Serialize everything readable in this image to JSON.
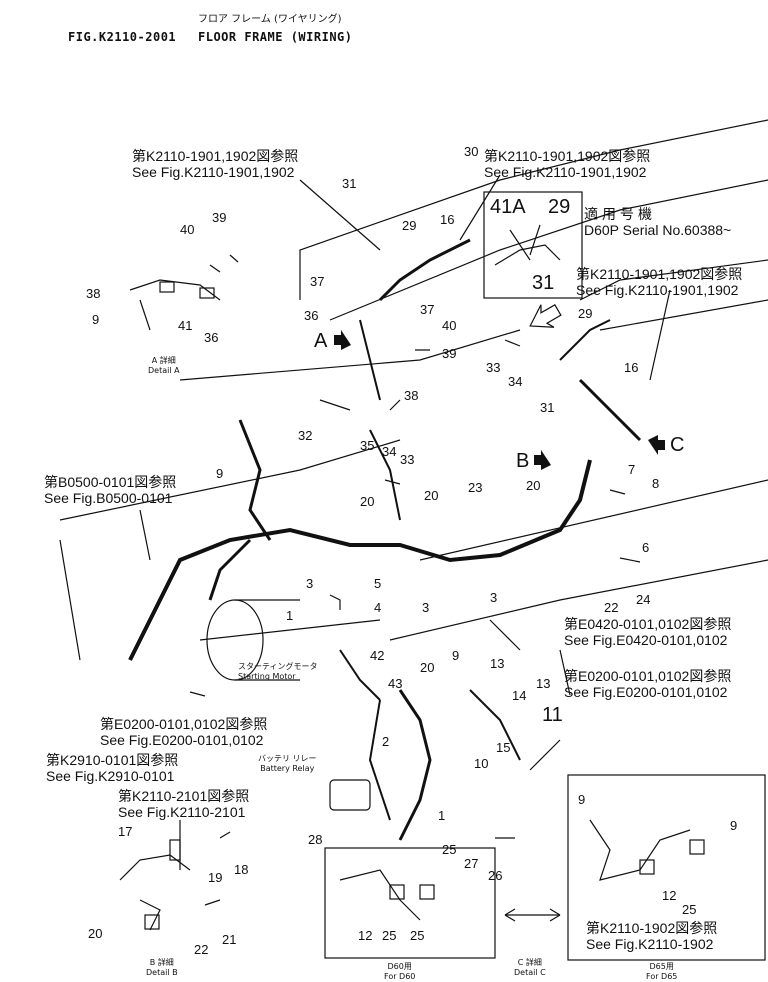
{
  "header": {
    "title_jp": "フロア フレーム (ワイヤリング)",
    "fig_number": "FIG.K2110-2001",
    "title_en": "FLOOR FRAME (WIRING)"
  },
  "references": [
    {
      "jp": "第K2110-1901,1902図参照",
      "en": "See Fig.K2110-1901,1902"
    },
    {
      "jp": "第K2110-1901,1902図参照",
      "en": "See Fig.K2110-1901,1902"
    },
    {
      "jp": "第K2110-1901,1902図参照",
      "en": "See Fig.K2110-1901,1902"
    },
    {
      "jp": "第B0500-0101図参照",
      "en": "See Fig.B0500-0101"
    },
    {
      "jp": "第E0420-0101,0102図参照",
      "en": "See Fig.E0420-0101,0102"
    },
    {
      "jp": "第E0200-0101,0102図参照",
      "en": "See Fig.E0200-0101,0102"
    },
    {
      "jp": "第E0200-0101,0102図参照",
      "en": "See Fig.E0200-0101,0102"
    },
    {
      "jp": "第K2910-0101図参照",
      "en": "See Fig.K2910-0101"
    },
    {
      "jp": "第K2110-2101図参照",
      "en": "See Fig.K2110-2101"
    },
    {
      "jp": "第K2110-1902図参照",
      "en": "See Fig.K2110-1902"
    }
  ],
  "serial": {
    "jp": "適用号機",
    "en": "D60P Serial No.60388~"
  },
  "inset_top": {
    "labels": [
      "41A",
      "29",
      "31"
    ]
  },
  "details": {
    "a": {
      "jp": "A 詳細",
      "en": "Detail A"
    },
    "b": {
      "jp": "B 詳細",
      "en": "Detail B"
    },
    "c": {
      "jp": "C 詳細",
      "en": "Detail C"
    },
    "d60": {
      "jp": "D60用",
      "en": "For D60"
    },
    "d65": {
      "jp": "D65用",
      "en": "For D65"
    }
  },
  "components": {
    "starting_motor": {
      "jp": "スターティングモータ",
      "en": "Starting Motor"
    },
    "battery_relay": {
      "jp": "バッテリ リレー",
      "en": "Battery Relay"
    }
  },
  "view_markers": {
    "a": "A",
    "b": "B",
    "c": "C"
  },
  "callouts": [
    "30",
    "31",
    "29",
    "16",
    "37",
    "36",
    "37",
    "40",
    "39",
    "40",
    "39",
    "38",
    "9",
    "41",
    "36",
    "32",
    "35",
    "34",
    "33",
    "38",
    "9",
    "20",
    "20",
    "23",
    "20",
    "33",
    "34",
    "31",
    "29",
    "16",
    "7",
    "8",
    "6",
    "24",
    "22",
    "3",
    "5",
    "4",
    "3",
    "1",
    "3",
    "42",
    "43",
    "20",
    "9",
    "13",
    "14",
    "13",
    "11",
    "15",
    "10",
    "2",
    "1",
    "28",
    "25",
    "27",
    "26",
    "17",
    "18",
    "19",
    "21",
    "22",
    "20",
    "12",
    "25",
    "25",
    "9",
    "9",
    "12",
    "25"
  ],
  "colors": {
    "ink": "#111111",
    "background": "#ffffff"
  }
}
